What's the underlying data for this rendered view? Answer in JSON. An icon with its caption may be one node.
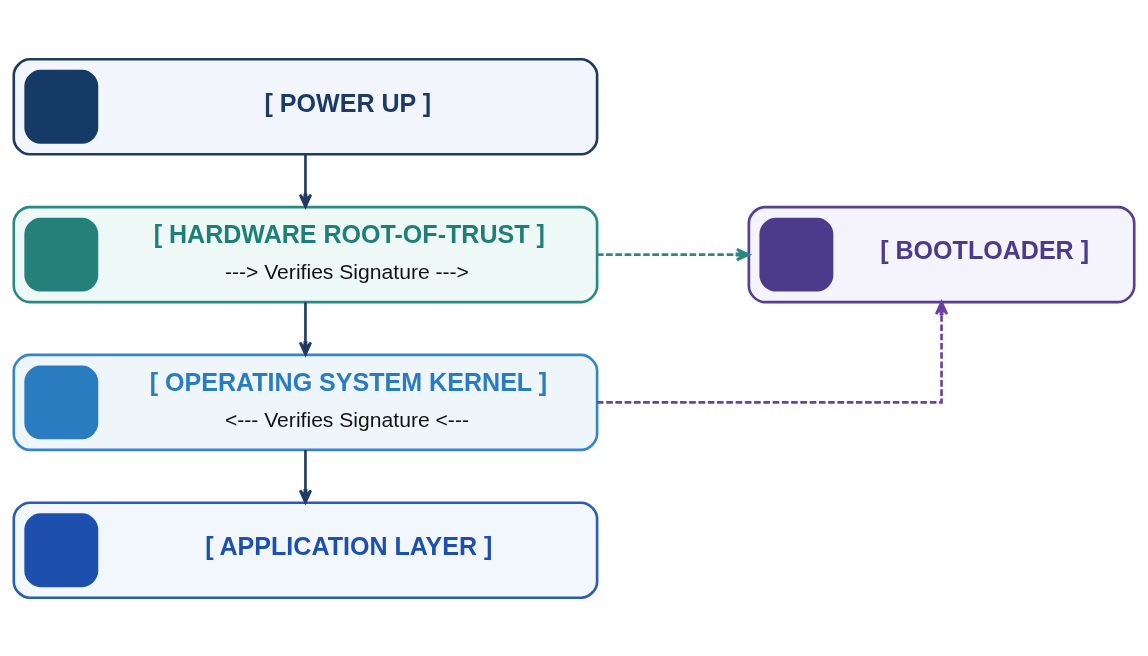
{
  "diagram": {
    "nodes": [
      {
        "text": [
          "[ POWER UP ]"
        ]
      },
      {
        "text": [
          "[ HARDWARE ROOT-OF-TRUST ]",
          "---> Verifies Signature --->"
        ]
      },
      {
        "text": [
          "[ OPERATING SYSTEM KERNEL ]",
          "<--- Verifies Signature <---"
        ]
      },
      {
        "text": [
          "[ APPLICATION LAYER ]"
        ]
      },
      {
        "text": [
          "[ BOOTLOADER ]"
        ]
      }
    ],
    "edges": [
      {
        "from": 0,
        "to": 1,
        "arrow": "to"
      },
      {
        "from": 1,
        "to": 2,
        "arrow": "to"
      },
      {
        "from": 2,
        "to": 3,
        "arrow": "to"
      },
      {
        "from": 1,
        "to": 4,
        "arrow": "to",
        "style": "dashed",
        "color": "#2a8a80"
      },
      {
        "from": 2,
        "to": 4,
        "arrow": "to",
        "style": "dashed",
        "color": "#6a40a8"
      }
    ]
  }
}
